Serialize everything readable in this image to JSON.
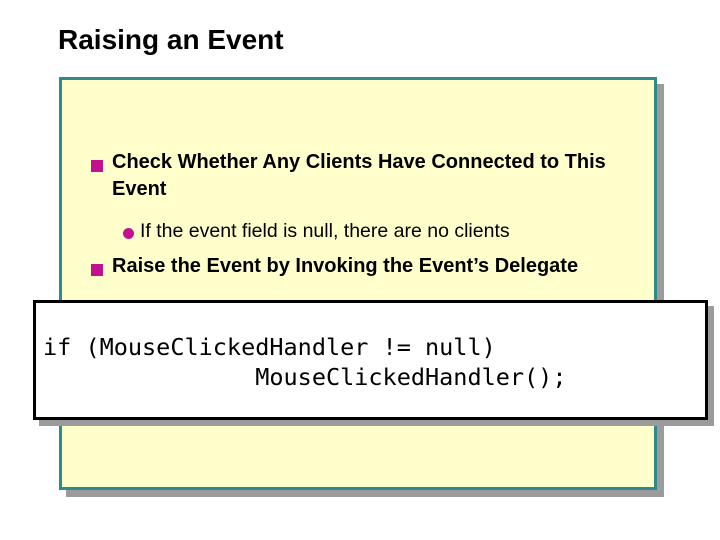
{
  "slide": {
    "title": "Raising an Event",
    "bullets": [
      {
        "level": 1,
        "marker": "square-bullet",
        "text": "Check Whether Any Clients Have Connected to This Event"
      },
      {
        "level": 2,
        "marker": "circle-bullet",
        "text": "If the event field is null, there are no clients"
      },
      {
        "level": 1,
        "marker": "square-bullet",
        "text": "Raise the Event by Invoking the Event’s Delegate"
      }
    ],
    "code": {
      "language": "csharp",
      "lines": [
        "if (MouseClickedHandler != null)",
        "               MouseClickedHandler();"
      ]
    },
    "colors": {
      "panel_fill": "#FFFFCC",
      "panel_border": "#2E8B8B",
      "bullet_color": "#C4108E",
      "shadow_color": "#9B9B9B",
      "code_bg": "#FFFFFF",
      "code_border": "#000000",
      "text_color": "#000000"
    }
  }
}
